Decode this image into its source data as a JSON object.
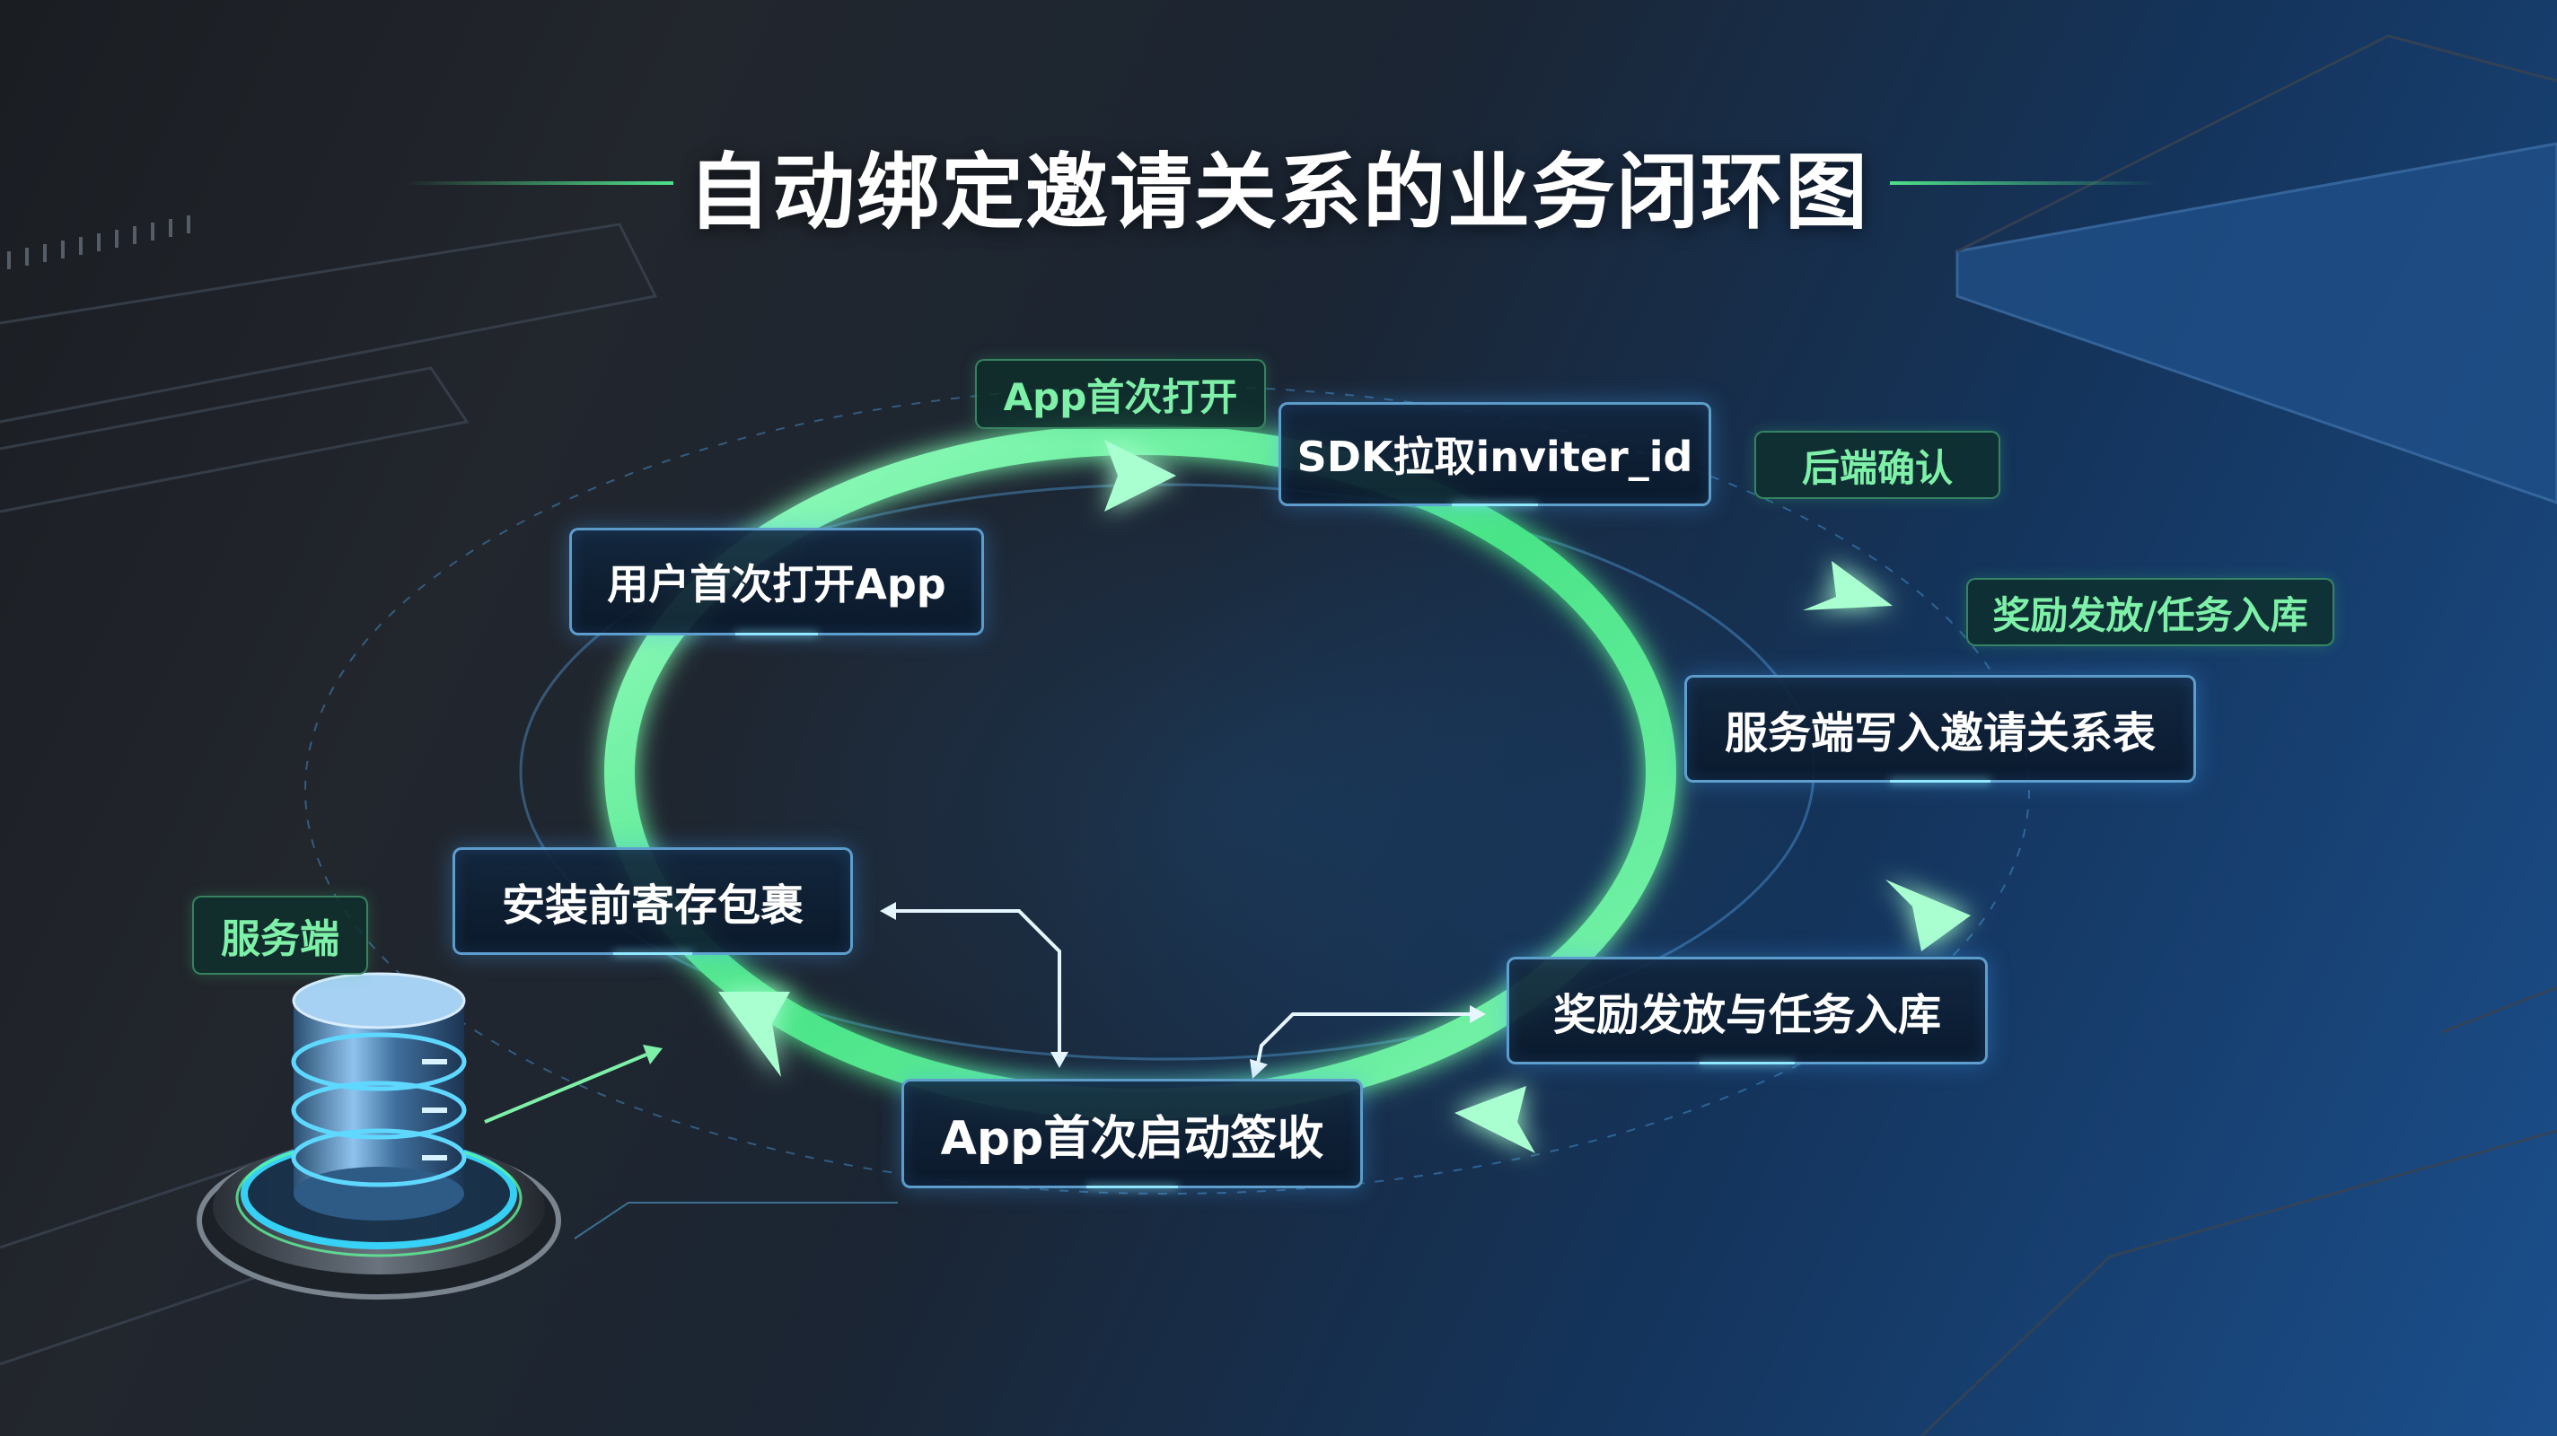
{
  "title": "自动绑定邀请关系的业务闭环图",
  "nodes": {
    "sdk_fetch": "SDK拉取inviter_id",
    "user_open": "用户首次打开App",
    "server_write": "服务端写入邀请关系表",
    "pre_install": "安装前寄存包裹",
    "reward_task": "奖励发放与任务入库",
    "first_launch": "App首次启动签收"
  },
  "tags": {
    "first_open": "App首次打开",
    "backend_confirm": "后端确认",
    "reward_storage": "奖励发放/任务入库",
    "server": "服务端"
  },
  "colors": {
    "loop": "#5ff59a",
    "node_border": "#78c8ff",
    "tag_text": "#7ef0a8"
  }
}
